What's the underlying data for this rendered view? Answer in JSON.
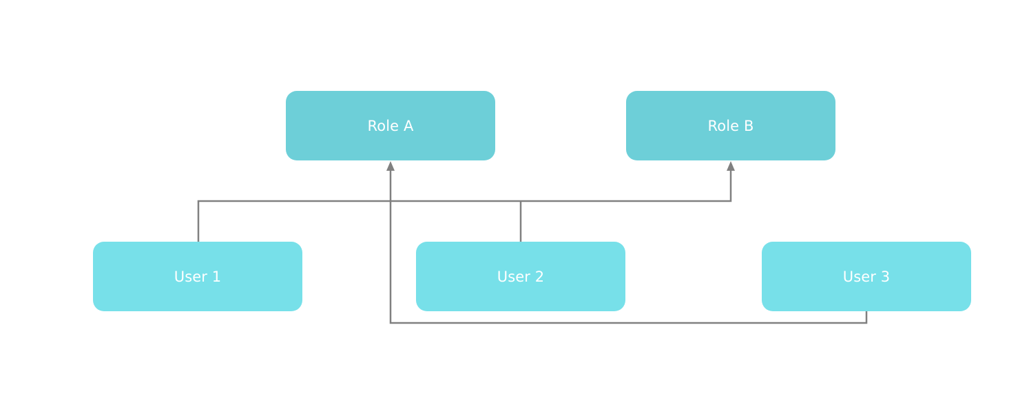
{
  "colors": {
    "role_fill": "#6dcfd8",
    "user_fill": "#77e0e9",
    "connector": "#808080",
    "label_text": "#ffffff"
  },
  "roles": [
    {
      "id": "role-a",
      "label": "Role A"
    },
    {
      "id": "role-b",
      "label": "Role B"
    }
  ],
  "users": [
    {
      "id": "user-1",
      "label": "User 1"
    },
    {
      "id": "user-2",
      "label": "User 2"
    },
    {
      "id": "user-3",
      "label": "User 3"
    }
  ],
  "edges": [
    {
      "from": "User 1",
      "to": "Role B"
    },
    {
      "from": "User 2",
      "to": "Role B"
    },
    {
      "from": "User 3",
      "to": "Role A"
    }
  ]
}
